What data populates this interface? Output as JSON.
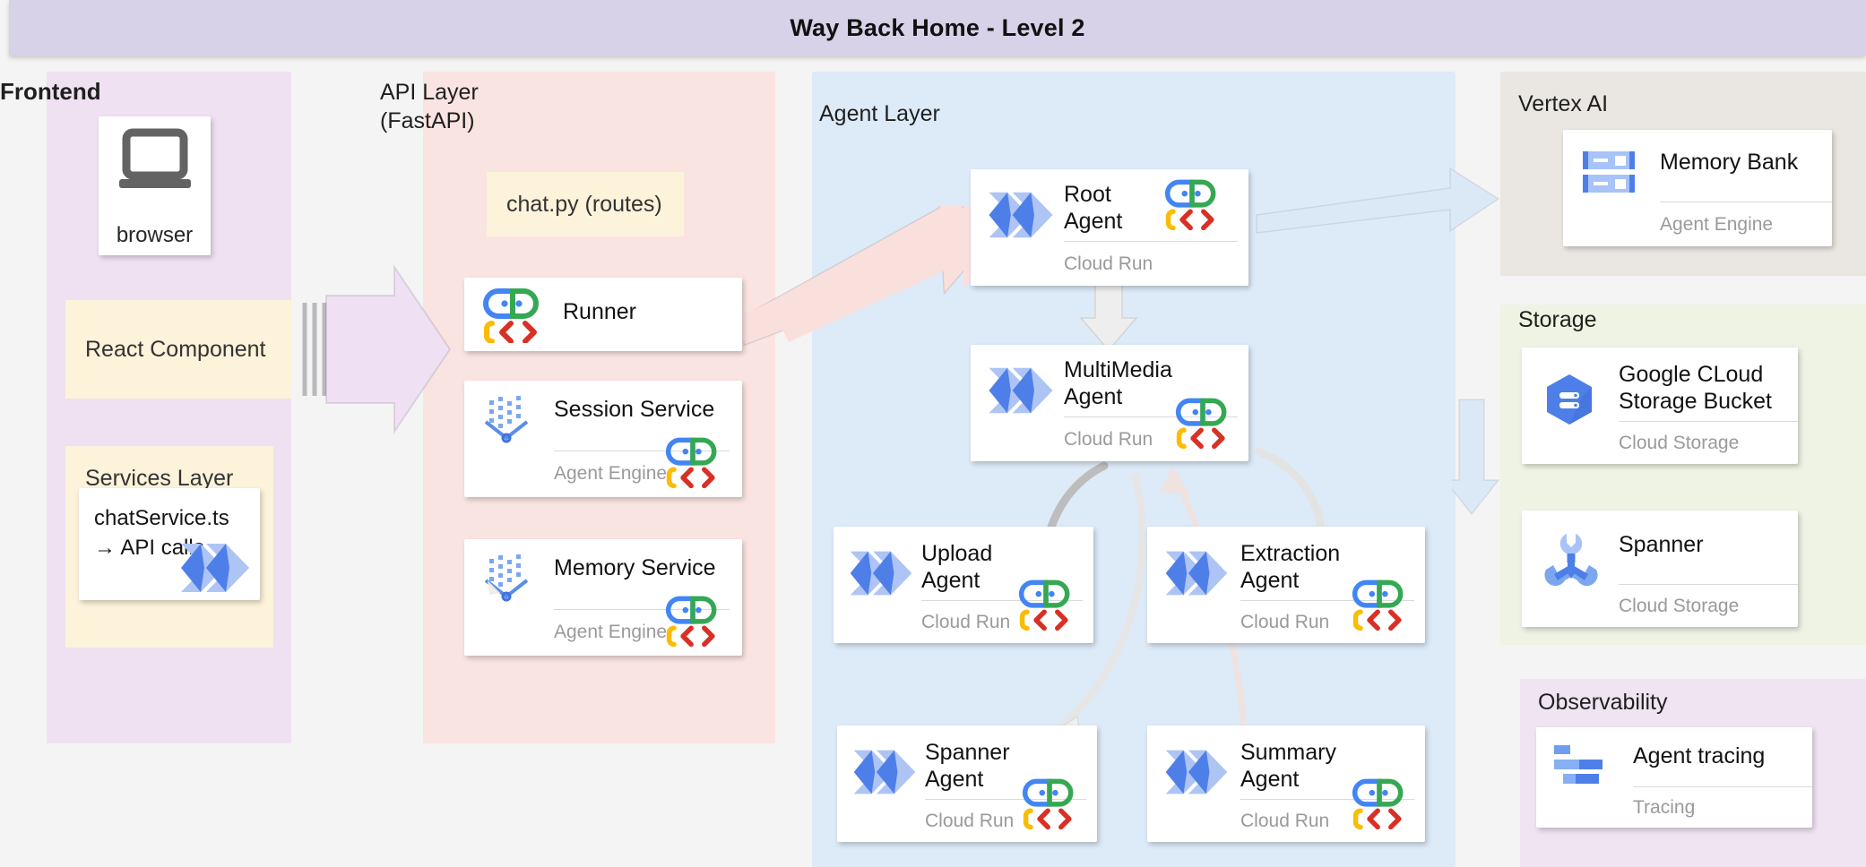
{
  "header": {
    "title": "Way Back Home - Level 2"
  },
  "groups": {
    "frontend": {
      "title": "Frontend"
    },
    "api": {
      "title": "API Layer\n(FastAPI)"
    },
    "agent": {
      "title": "Agent Layer"
    },
    "vertex": {
      "title": "Vertex AI"
    },
    "storage": {
      "title": "Storage"
    },
    "observability": {
      "title": "Observability"
    }
  },
  "frontend": {
    "browser": {
      "caption": "browser",
      "icon": "laptop-icon"
    },
    "react": {
      "label": "React\nComponent"
    },
    "services": {
      "label": "Services Layer"
    },
    "chatservice": {
      "label": "chatService.ts\n→ API calls",
      "icon": "adk-agent-icon"
    }
  },
  "api": {
    "chat_py": {
      "label": "chat.py (routes)"
    },
    "cards": [
      {
        "label": "Runner",
        "sub": "",
        "icon": "adk-robot-icon",
        "badge": "adk-robot-icon"
      },
      {
        "label": "Session Service",
        "sub": "Agent Engine",
        "icon": "agent-engine-icon",
        "badge": "adk-robot-icon"
      },
      {
        "label": "Memory Service",
        "sub": "Agent Engine",
        "icon": "agent-engine-icon",
        "badge": "adk-robot-icon"
      }
    ]
  },
  "agents": [
    {
      "label": "Root\nAgent",
      "sub": "Cloud Run",
      "icon": "agent-chevron-icon",
      "badge": "adk-robot-icon"
    },
    {
      "label": "MultiMedia\nAgent",
      "sub": "Cloud Run",
      "icon": "agent-chevron-icon",
      "badge": "adk-robot-icon"
    },
    {
      "label": "Upload\nAgent",
      "sub": "Cloud Run",
      "icon": "agent-chevron-icon",
      "badge": "adk-robot-icon"
    },
    {
      "label": "Extraction\nAgent",
      "sub": "Cloud Run",
      "icon": "agent-chevron-icon",
      "badge": "adk-robot-icon"
    },
    {
      "label": "Spanner\nAgent",
      "sub": "Cloud Run",
      "icon": "agent-chevron-icon",
      "badge": "adk-robot-icon"
    },
    {
      "label": "Summary\nAgent",
      "sub": "Cloud Run",
      "icon": "agent-chevron-icon",
      "badge": "adk-robot-icon"
    }
  ],
  "vertex": {
    "memory_bank": {
      "label": "Memory Bank",
      "sub": "Agent Engine",
      "icon": "memory-bank-icon"
    }
  },
  "storage": {
    "gcs": {
      "label": "Google CLoud\nStorage Bucket",
      "sub": "Cloud Storage",
      "icon": "cloud-storage-icon"
    },
    "spanner": {
      "label": "Spanner",
      "sub": "Cloud Storage",
      "icon": "spanner-icon"
    }
  },
  "observability": {
    "tracing": {
      "label": "Agent tracing",
      "sub": "Tracing",
      "icon": "tracing-icon"
    }
  },
  "colors": {
    "title_bar": "#d7d2e8",
    "frontend_panel": "#efe1f2",
    "api_panel": "#fae4e1",
    "agent_panel": "#ddeaf8",
    "vertex_panel": "#eae6e1",
    "storage_panel": "#eef3e3",
    "observability_panel": "#f0e4f3",
    "soft_box": "#fcf3da",
    "google_blue": "#4285f4",
    "google_green": "#34a853",
    "google_red": "#d93025",
    "google_yellow": "#fbbc04"
  }
}
